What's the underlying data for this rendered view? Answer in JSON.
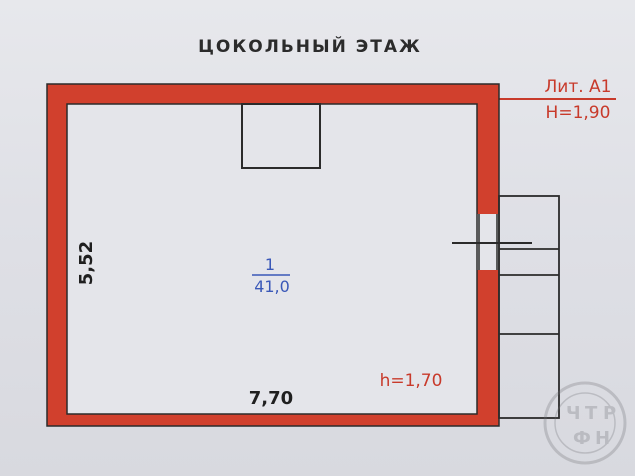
{
  "title": "ЦОКОЛЬНЫЙ ЭТАЖ",
  "lit_label": "Лит. А1",
  "lit_height": "Н=1,90",
  "room": {
    "number": "1",
    "area": "41,0",
    "height": "h=1,70"
  },
  "dimensions": {
    "length": "7,70",
    "width": "5,52"
  },
  "colors": {
    "wall": "#d1402d",
    "line": "#2b2b2b",
    "blue": "#3a58b8",
    "red": "#c83a2b"
  },
  "watermark_letters": [
    "Ч",
    "Т",
    "Р",
    "Ф",
    "Н"
  ]
}
